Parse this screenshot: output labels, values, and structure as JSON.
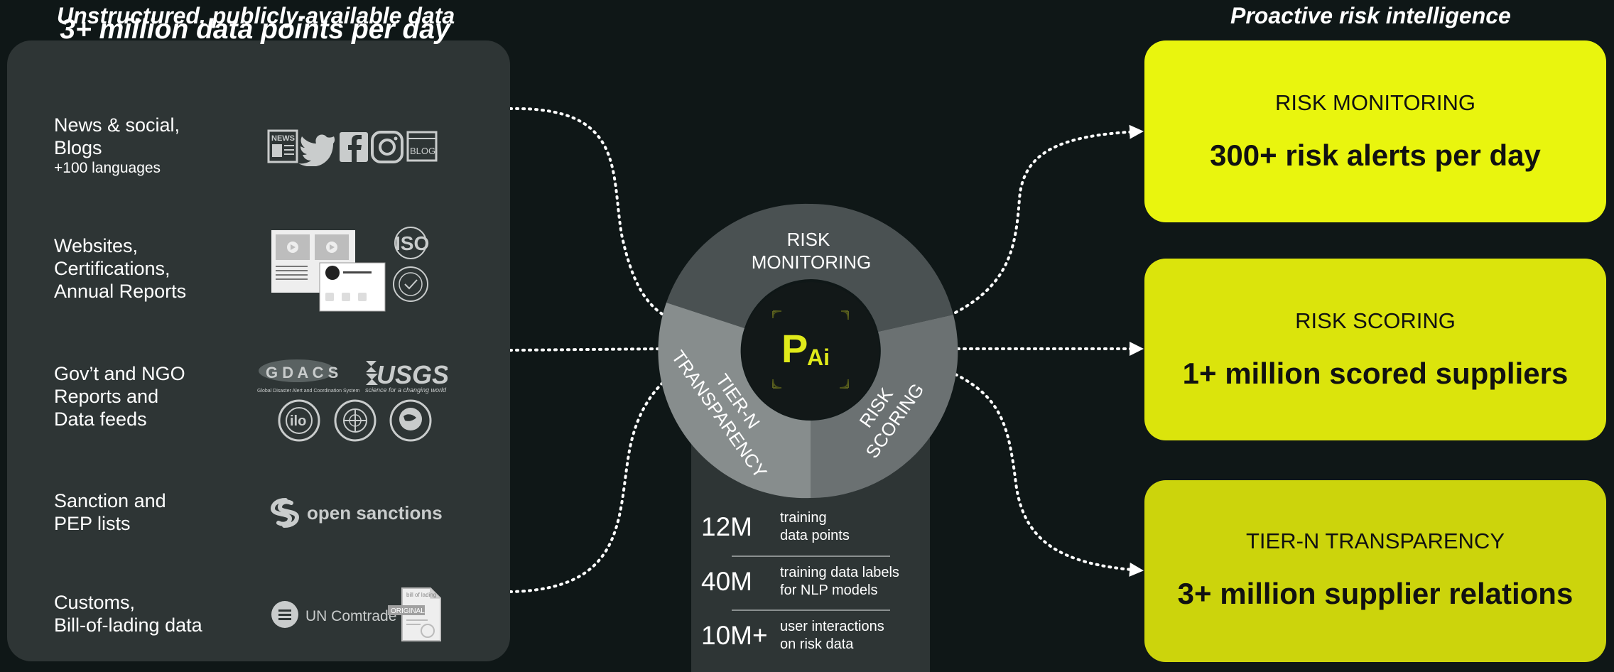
{
  "headings": {
    "left": "Unstructured, publicly-available data",
    "right": "Proactive risk intelligence"
  },
  "left_panel": {
    "title": "3+ million data points per day",
    "sources": [
      {
        "lines": [
          "News & social,",
          "Blogs"
        ],
        "sub": "+100 languages",
        "logos": [
          "news-icon",
          "twitter-icon",
          "facebook-icon",
          "instagram-icon",
          "blog-icon"
        ],
        "logo_text": {
          "news": "NEWS",
          "blog": "BLOG"
        }
      },
      {
        "lines": [
          "Websites,",
          "Certifications,",
          "Annual Reports"
        ],
        "logos": [
          "website-thumbnail",
          "iso-logo",
          "certification-seal"
        ],
        "logo_text": {
          "iso": "ISO"
        }
      },
      {
        "lines": [
          "Gov’t and NGO",
          "Reports and",
          "Data feeds"
        ],
        "logos": [
          "gdacs-logo",
          "usgs-logo",
          "ilo-logo",
          "un-logo",
          "unep-logo"
        ],
        "logo_text": {
          "gdacs": "G D A C S",
          "gdacs_sub": "Global Disaster Alert and Coordination System",
          "usgs": "USGS",
          "usgs_sub": "science for a changing world",
          "ilo": "ilo"
        }
      },
      {
        "lines": [
          "Sanction and",
          "PEP lists"
        ],
        "logos": [
          "open-sanctions-logo"
        ],
        "logo_text": {
          "open_sanctions": "open sanctions"
        }
      },
      {
        "lines": [
          "Customs,",
          "Bill-of-lading data"
        ],
        "logos": [
          "un-comtrade-logo",
          "bill-of-lading-doc"
        ],
        "logo_text": {
          "comtrade": "UN Comtrade",
          "bol_top": "bill of lading",
          "bol_tag": "ORIGINAL"
        }
      }
    ]
  },
  "center": {
    "segments": {
      "top": [
        "RISK",
        "MONITORING"
      ],
      "right": [
        "RISK",
        "SCORING"
      ],
      "left": [
        "TIER-N",
        "TRANSPARENCY"
      ]
    },
    "logo": {
      "p": "P",
      "ai": "Ai"
    },
    "stats": [
      {
        "value": "12M",
        "lines": [
          "training",
          "data points"
        ]
      },
      {
        "value": "40M",
        "lines": [
          "training data labels",
          "for NLP models"
        ]
      },
      {
        "value": "10M+",
        "lines": [
          "user interactions",
          "on risk data"
        ]
      }
    ]
  },
  "outputs": [
    {
      "caption": "RISK MONITORING",
      "value": "300+ risk alerts per day",
      "color": "#e9f50e"
    },
    {
      "caption": "RISK SCORING",
      "value": "1+ million scored suppliers",
      "color": "#dbe40c"
    },
    {
      "caption": "TIER-N TRANSPARENCY",
      "value": "3+ million supplier relations",
      "color": "#ccd40c"
    }
  ],
  "colors": {
    "background": "#0f1717",
    "panel": "#2e3535",
    "ring_top": "#4a5152",
    "ring_right": "#6b7172",
    "ring_left": "#878d8d",
    "hub": "#121818",
    "logo_yellow": "#e0ea1a"
  }
}
